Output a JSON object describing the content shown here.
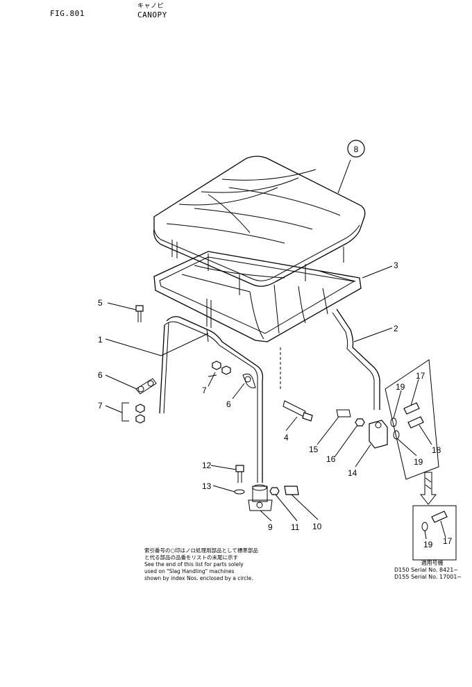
{
  "header": {
    "fig": "FIG.801",
    "title_jp": "キャノピ",
    "title_en": "CANOPY"
  },
  "labels": [
    "1",
    "2",
    "3",
    "4",
    "5",
    "6",
    "6",
    "7",
    "7",
    "8",
    "9",
    "10",
    "11",
    "12",
    "13",
    "14",
    "15",
    "16",
    "17",
    "17",
    "18",
    "19",
    "19",
    "19"
  ],
  "note": {
    "jp1": "索引番号の○印はノロ処理用部品として標準部品",
    "jp2": "と代る部品の品番をリストの末尾に示す",
    "en1": "See the end of this list for parts solely",
    "en2": "used on \"Slag Handling\" machines",
    "en3": "shown by index Nos. enclosed by a circle."
  },
  "applicability": {
    "jp": "適用号機",
    "line1": "D150  Serial No. 8421~",
    "line2": "D155  Serial No. 17001~"
  }
}
